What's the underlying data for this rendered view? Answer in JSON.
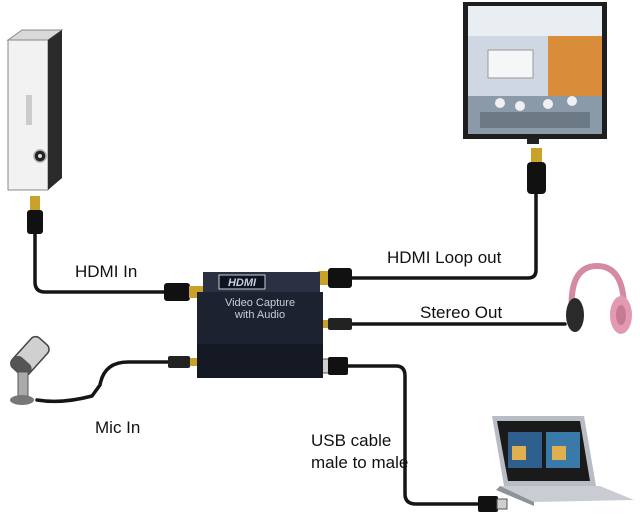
{
  "device": {
    "brand": "HDMI",
    "line1": "Video Capture",
    "line2": "with Audio"
  },
  "labels": {
    "hdmi_in": "HDMI In",
    "hdmi_loop_out": "HDMI Loop out",
    "stereo_out": "Stereo Out",
    "mic_in": "Mic In",
    "usb_line1": "USB cable",
    "usb_line2": "male to male"
  },
  "colors": {
    "cable": "#151515",
    "device_body": "#1d2230",
    "device_text": "#c9cdd6",
    "headphone": "#e39ab0",
    "laptop": "#b8bcc4",
    "tower": "#e8e8e8"
  }
}
